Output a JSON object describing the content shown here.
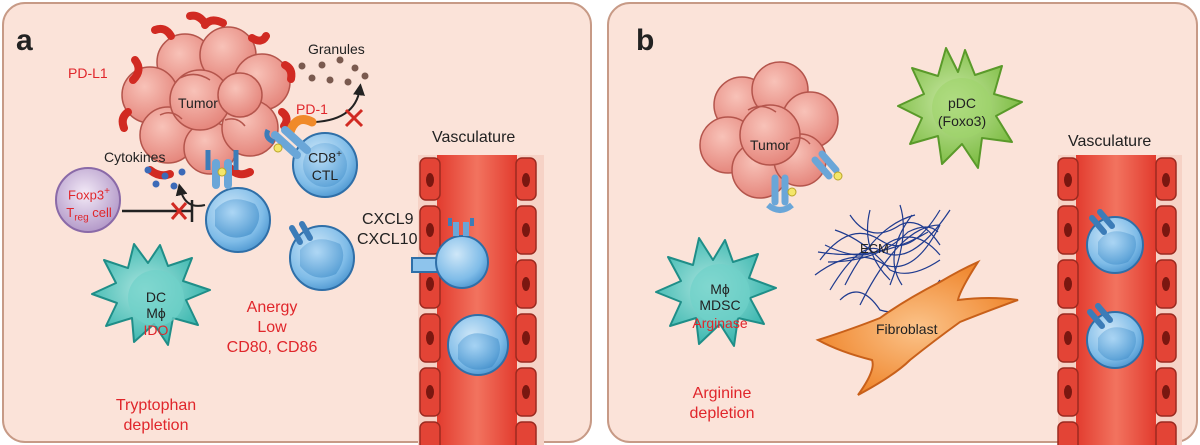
{
  "panel_a": {
    "letter": "a",
    "tumor": "Tumor",
    "pdl1": "PD-L1",
    "granules": "Granules",
    "pd1": "PD-1",
    "cd8_main": "CD8",
    "cd8_sup": "+",
    "ctl": "CTL",
    "cytokines": "Cytokines",
    "foxp3_main": "Foxp3",
    "foxp3_sup": "+",
    "treg_t": "T",
    "treg_sub": "reg",
    "treg_cell": " cell",
    "vasculature": "Vasculature",
    "cxcl9": "CXCL9",
    "cxcl10": "CXCL10",
    "dc": "DC",
    "mphi": "Mϕ",
    "ido": "IDO",
    "anergy": "Anergy",
    "low": "Low",
    "cd80": "CD80, CD86",
    "tryptophan": "Tryptophan",
    "depletion": "depletion"
  },
  "panel_b": {
    "letter": "b",
    "tumor": "Tumor",
    "pdc": "pDC",
    "foxo3": "(Foxo3)",
    "vasculature": "Vasculature",
    "ecm": "ECM",
    "mphi": "Mϕ",
    "mdsc": "MDSC",
    "arginase": "Arginase",
    "fibroblast": "Fibroblast",
    "arginine": "Arginine",
    "depletion": "depletion"
  },
  "colors": {
    "panel_bg": "#fbe3d9",
    "panel_border": "#c79a86",
    "red_text": "#e0262b",
    "tumor": "#ef9c93",
    "tcell": "#5aa6dc",
    "macrophage": "#3fbdb6",
    "pdc": "#8cc64a",
    "fibroblast": "#f28a2e",
    "vessel": "#e54a3c"
  }
}
